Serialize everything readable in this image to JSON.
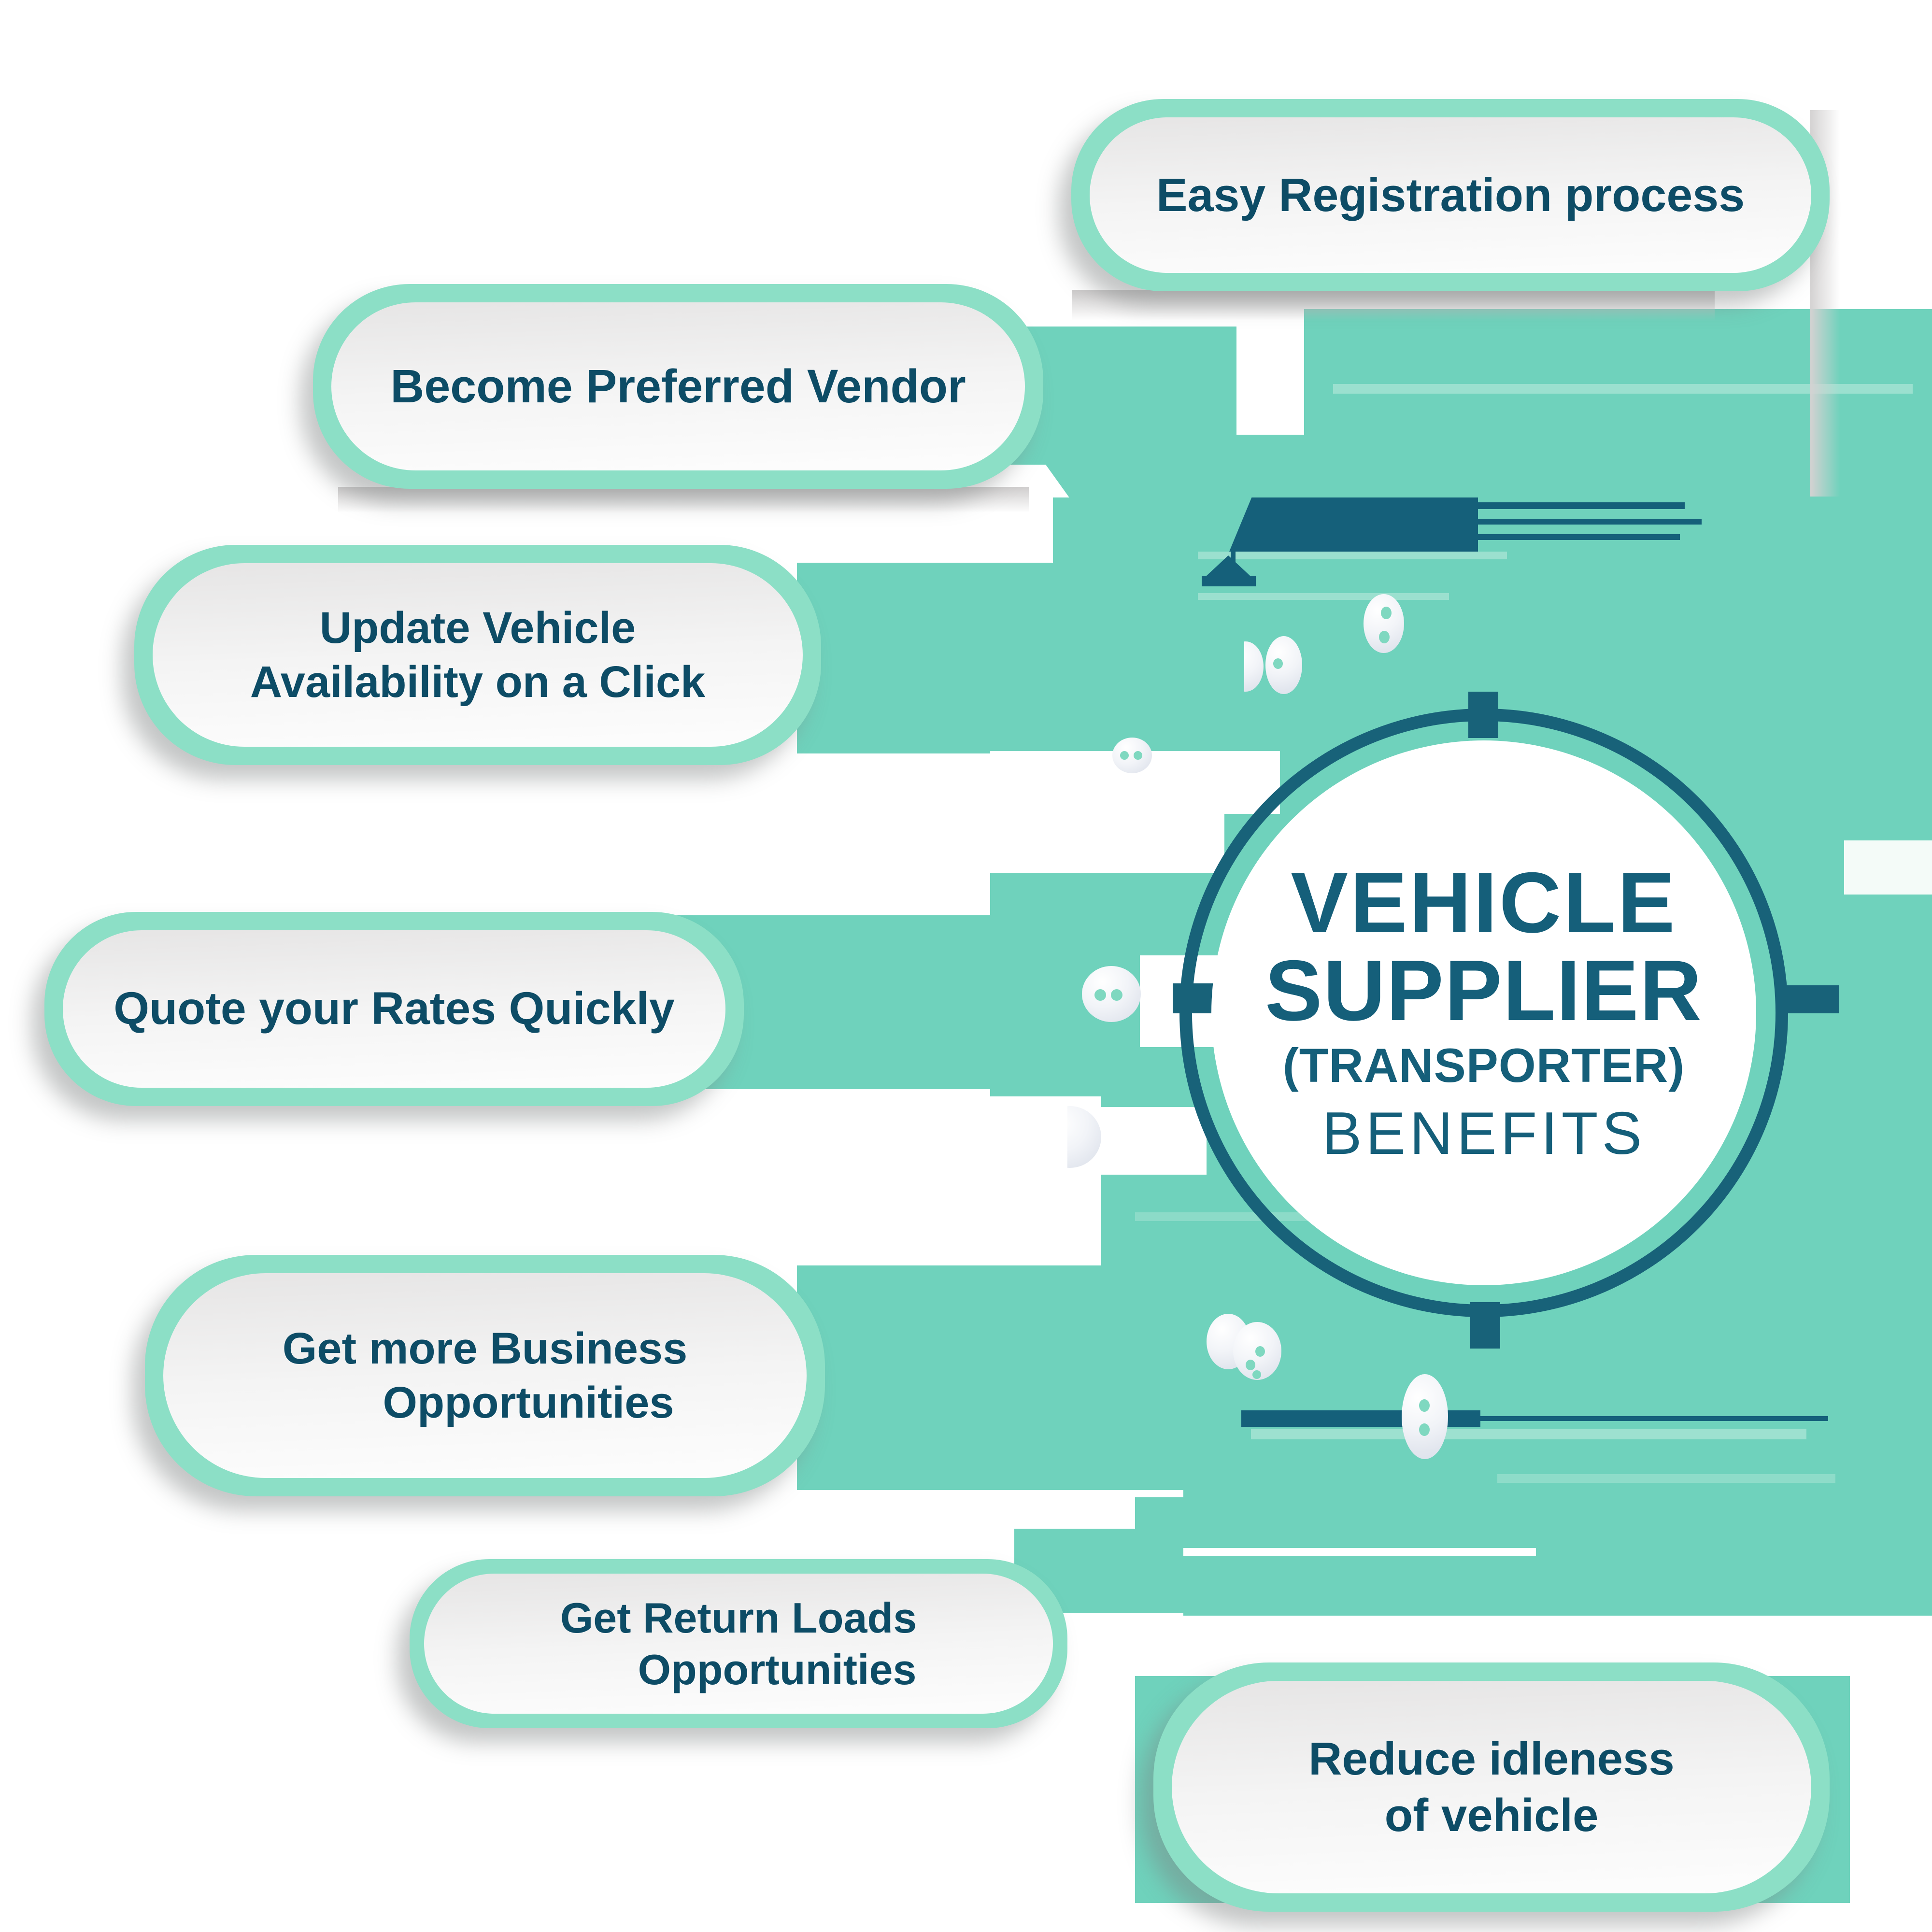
{
  "diagram": {
    "center": {
      "lines": [
        "VEHICLE",
        "SUPPLIER",
        "(TRANSPORTER)",
        "BENEFITS"
      ]
    },
    "benefits": [
      {
        "lines": [
          "Easy Registration process"
        ]
      },
      {
        "lines": [
          "Become Preferred Vendor"
        ]
      },
      {
        "lines": [
          "Update Vehicle",
          "Availability on a Click"
        ]
      },
      {
        "lines": [
          "Quote your Rates Quickly"
        ]
      },
      {
        "lines": [
          "Get more Business",
          "Opportunities"
        ]
      },
      {
        "lines": [
          "Get Return Loads",
          "Opportunities"
        ]
      },
      {
        "lines": [
          "Reduce idleness",
          "of vehicle"
        ]
      }
    ],
    "icons": {
      "sphere": "white-3d-ball-with-mint-dots",
      "truck": "glitched-truck-silhouette",
      "ring": "circle-outline-with-tick-marks"
    },
    "colors": {
      "mint_background": "#6FD2BC",
      "pill_border_mint": "#8CDFC6",
      "pill_fill_top": "#E6E5E5",
      "pill_fill_bottom": "#FDFDFD",
      "dark_teal": "#15607A",
      "ring_teal": "#186279",
      "text_teal": "#0D4C66"
    }
  }
}
